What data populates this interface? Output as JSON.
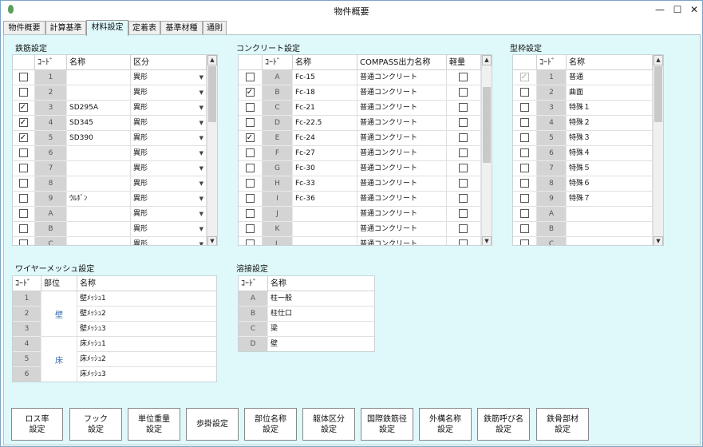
{
  "window": {
    "title": "物件概要",
    "min": "—",
    "max": "☐",
    "close": "✕"
  },
  "tabs": [
    "物件概要",
    "計算基準",
    "材料設定",
    "定着表",
    "基準材種",
    "通則"
  ],
  "rebar": {
    "title": "鉄筋設定",
    "headers": [
      "ｺｰﾄﾞ",
      "名称",
      "区分"
    ],
    "rows": [
      {
        "checked": false,
        "code": "1",
        "name": "",
        "kubun": "異形"
      },
      {
        "checked": false,
        "code": "2",
        "name": "",
        "kubun": "異形"
      },
      {
        "checked": true,
        "code": "3",
        "name": "SD295A",
        "kubun": "異形"
      },
      {
        "checked": true,
        "code": "4",
        "name": "SD345",
        "kubun": "異形"
      },
      {
        "checked": true,
        "code": "5",
        "name": "SD390",
        "kubun": "異形"
      },
      {
        "checked": false,
        "code": "6",
        "name": "",
        "kubun": "異形"
      },
      {
        "checked": false,
        "code": "7",
        "name": "",
        "kubun": "異形"
      },
      {
        "checked": false,
        "code": "8",
        "name": "",
        "kubun": "異形"
      },
      {
        "checked": false,
        "code": "9",
        "name": "ｳﾙﾎﾞﾝ",
        "kubun": "異形"
      },
      {
        "checked": false,
        "code": "A",
        "name": "",
        "kubun": "異形"
      },
      {
        "checked": false,
        "code": "B",
        "name": "",
        "kubun": "異形"
      },
      {
        "checked": false,
        "code": "C",
        "name": "",
        "kubun": "異形"
      }
    ]
  },
  "concrete": {
    "title": "コンクリート設定",
    "headers": [
      "ｺｰﾄﾞ",
      "名称",
      "COMPASS出力名称",
      "軽量"
    ],
    "rows": [
      {
        "checked": false,
        "code": "A",
        "name": "Fc-15",
        "compass": "普通コンクリート",
        "light": false
      },
      {
        "checked": true,
        "code": "B",
        "name": "Fc-18",
        "compass": "普通コンクリート",
        "light": false
      },
      {
        "checked": false,
        "code": "C",
        "name": "Fc-21",
        "compass": "普通コンクリート",
        "light": false
      },
      {
        "checked": false,
        "code": "D",
        "name": "Fc-22.5",
        "compass": "普通コンクリート",
        "light": false
      },
      {
        "checked": true,
        "code": "E",
        "name": "Fc-24",
        "compass": "普通コンクリート",
        "light": false
      },
      {
        "checked": false,
        "code": "F",
        "name": "Fc-27",
        "compass": "普通コンクリート",
        "light": false
      },
      {
        "checked": false,
        "code": "G",
        "name": "Fc-30",
        "compass": "普通コンクリート",
        "light": false
      },
      {
        "checked": false,
        "code": "H",
        "name": "Fc-33",
        "compass": "普通コンクリート",
        "light": false
      },
      {
        "checked": false,
        "code": "I",
        "name": "Fc-36",
        "compass": "普通コンクリート",
        "light": false
      },
      {
        "checked": false,
        "code": "J",
        "name": "",
        "compass": "普通コンクリート",
        "light": false
      },
      {
        "checked": false,
        "code": "K",
        "name": "",
        "compass": "普通コンクリート",
        "light": false
      },
      {
        "checked": false,
        "code": "L",
        "name": "",
        "compass": "普通コンクリート",
        "light": false
      }
    ]
  },
  "formwork": {
    "title": "型枠設定",
    "headers": [
      "ｺｰﾄﾞ",
      "名称"
    ],
    "rows": [
      {
        "checked": true,
        "disabled": true,
        "code": "1",
        "name": "普通"
      },
      {
        "checked": false,
        "code": "2",
        "name": "曲面"
      },
      {
        "checked": false,
        "code": "3",
        "name": "特殊１"
      },
      {
        "checked": false,
        "code": "4",
        "name": "特殊２"
      },
      {
        "checked": false,
        "code": "5",
        "name": "特殊３"
      },
      {
        "checked": false,
        "code": "6",
        "name": "特殊４"
      },
      {
        "checked": false,
        "code": "7",
        "name": "特殊５"
      },
      {
        "checked": false,
        "code": "8",
        "name": "特殊６"
      },
      {
        "checked": false,
        "code": "9",
        "name": "特殊７"
      },
      {
        "checked": false,
        "code": "A",
        "name": ""
      },
      {
        "checked": false,
        "code": "B",
        "name": ""
      },
      {
        "checked": false,
        "code": "C",
        "name": ""
      }
    ]
  },
  "wiremesh": {
    "title": "ワイヤーメッシュ設定",
    "headers": [
      "ｺｰﾄﾞ",
      "部位",
      "名称"
    ],
    "groups": [
      {
        "label": "壁"
      },
      {
        "label": "床"
      }
    ],
    "rows": [
      {
        "code": "1",
        "name": "壁ﾒｯｼｭ1"
      },
      {
        "code": "2",
        "name": "壁ﾒｯｼｭ2"
      },
      {
        "code": "3",
        "name": "壁ﾒｯｼｭ3"
      },
      {
        "code": "4",
        "name": "床ﾒｯｼｭ1"
      },
      {
        "code": "5",
        "name": "床ﾒｯｼｭ2"
      },
      {
        "code": "6",
        "name": "床ﾒｯｼｭ3"
      }
    ]
  },
  "welding": {
    "title": "溶接設定",
    "headers": [
      "ｺｰﾄﾞ",
      "名称"
    ],
    "rows": [
      {
        "code": "A",
        "name": "柱一般"
      },
      {
        "code": "B",
        "name": "柱仕口"
      },
      {
        "code": "C",
        "name": "梁"
      },
      {
        "code": "D",
        "name": "壁"
      }
    ]
  },
  "buttons": [
    "ロス率\n設定",
    "フック\n設定",
    "単位重量\n設定",
    "歩掛設定",
    "部位名称\n設定",
    "躯体区分\n設定",
    "国際鉄筋径\n設定",
    "外構名称\n設定",
    "鉄筋呼び名\n設定",
    "鉄骨部材\n設定"
  ],
  "colors": {
    "panel": "#dff9fb",
    "code_cell": "#d4d4d4",
    "border": "#7aa5c8"
  }
}
